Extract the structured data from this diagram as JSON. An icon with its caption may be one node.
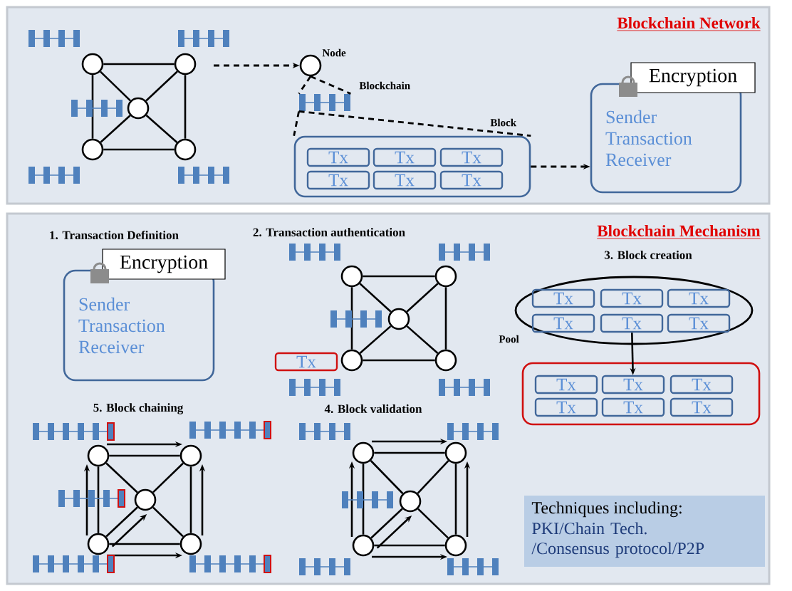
{
  "diagram": {
    "nodes": [
      {
        "text": [
          "Blockchain Network"
        ]
      },
      {
        "text": [],
        "shape": "circle",
        "in": 0
      },
      {
        "text": [],
        "shape": "circle",
        "in": 0
      },
      {
        "text": [],
        "shape": "circle",
        "in": 0
      },
      {
        "text": [],
        "shape": "circle",
        "in": 0
      },
      {
        "text": [],
        "shape": "circle",
        "in": 0
      },
      {
        "text": [],
        "shape": "circle",
        "in": 0,
        "beside": [
          "Node"
        ]
      },
      {
        "text": [],
        "shape": "bar",
        "in": 0,
        "beside": [
          "Blockchain"
        ]
      },
      {
        "text": [],
        "shape": "box",
        "in": 0,
        "beside": [
          "Block"
        ]
      },
      {
        "text": [
          "Tx"
        ],
        "in": 8
      },
      {
        "text": [
          "Tx"
        ],
        "in": 8
      },
      {
        "text": [
          "Tx"
        ],
        "in": 8
      },
      {
        "text": [
          "Tx"
        ],
        "in": 8
      },
      {
        "text": [
          "Tx"
        ],
        "in": 8
      },
      {
        "text": [
          "Tx"
        ],
        "in": 8
      },
      {
        "text": [
          "Sender Transaction Receiver"
        ],
        "in": 0
      },
      {
        "text": [
          "Encryption"
        ],
        "in": 0
      },
      {
        "text": [
          "Blockchain Mechanism"
        ]
      },
      {
        "text": [
          "Sender Transaction Receiver"
        ],
        "in": 17
      },
      {
        "text": [
          "Encryption"
        ],
        "in": 17
      },
      {
        "text": [],
        "shape": "circle",
        "in": 17
      },
      {
        "text": [],
        "shape": "circle",
        "in": 17
      },
      {
        "text": [],
        "shape": "circle",
        "in": 17
      },
      {
        "text": [],
        "shape": "circle",
        "in": 17
      },
      {
        "text": [],
        "shape": "circle",
        "in": 17
      },
      {
        "text": [
          "Tx"
        ],
        "in": 17
      },
      {
        "text": [],
        "shape": "ellipse",
        "in": 17,
        "beside": [
          "Pool"
        ]
      },
      {
        "text": [
          "Tx"
        ],
        "in": 26
      },
      {
        "text": [
          "Tx"
        ],
        "in": 26
      },
      {
        "text": [
          "Tx"
        ],
        "in": 26
      },
      {
        "text": [
          "Tx"
        ],
        "in": 26
      },
      {
        "text": [
          "Tx"
        ],
        "in": 26
      },
      {
        "text": [
          "Tx"
        ],
        "in": 26
      },
      {
        "text": [],
        "shape": "box",
        "in": 17
      },
      {
        "text": [
          "Tx"
        ],
        "in": 33
      },
      {
        "text": [
          "Tx"
        ],
        "in": 33
      },
      {
        "text": [
          "Tx"
        ],
        "in": 33
      },
      {
        "text": [
          "Tx"
        ],
        "in": 33
      },
      {
        "text": [
          "Tx"
        ],
        "in": 33
      },
      {
        "text": [
          "Tx"
        ],
        "in": 33
      },
      {
        "text": [],
        "shape": "circle",
        "in": 17
      },
      {
        "text": [],
        "shape": "circle",
        "in": 17
      },
      {
        "text": [],
        "shape": "circle",
        "in": 17
      },
      {
        "text": [],
        "shape": "circle",
        "in": 17
      },
      {
        "text": [],
        "shape": "circle",
        "in": 17
      },
      {
        "text": [],
        "shape": "circle",
        "in": 17
      },
      {
        "text": [],
        "shape": "circle",
        "in": 17
      },
      {
        "text": [],
        "shape": "circle",
        "in": 17
      },
      {
        "text": [],
        "shape": "circle",
        "in": 17
      },
      {
        "text": [],
        "shape": "circle",
        "in": 17
      },
      {
        "text": [
          "Techniques including:",
          "PKI/Chain Tech. /Consensus protocol/P2P"
        ],
        "in": 17
      }
    ],
    "edges": [
      {
        "from": 1,
        "to": 2,
        "arrow": "none"
      },
      {
        "from": 1,
        "to": 4,
        "arrow": "none"
      },
      {
        "from": 2,
        "to": 5,
        "arrow": "none"
      },
      {
        "from": 4,
        "to": 5,
        "arrow": "none"
      },
      {
        "from": 1,
        "to": 3,
        "arrow": "none"
      },
      {
        "from": 2,
        "to": 3,
        "arrow": "none"
      },
      {
        "from": 4,
        "to": 3,
        "arrow": "none"
      },
      {
        "from": 5,
        "to": 3,
        "arrow": "none"
      },
      {
        "from": null,
        "to": 6,
        "arrow": "to",
        "style": "dashed"
      },
      {
        "from": 6,
        "to": 7,
        "arrow": "none",
        "style": "dashed"
      },
      {
        "from": 7,
        "to": 8,
        "arrow": "none",
        "style": "dashed"
      },
      {
        "from": 8,
        "to": 15,
        "arrow": "to",
        "style": "dashed"
      },
      {
        "from": 20,
        "to": 21,
        "arrow": "none"
      },
      {
        "from": 20,
        "to": 23,
        "arrow": "none"
      },
      {
        "from": 21,
        "to": 24,
        "arrow": "none"
      },
      {
        "from": 23,
        "to": 24,
        "arrow": "none"
      },
      {
        "from": 20,
        "to": 22,
        "arrow": "none"
      },
      {
        "from": 21,
        "to": 22,
        "arrow": "none"
      },
      {
        "from": 23,
        "to": 22,
        "arrow": "none"
      },
      {
        "from": 24,
        "to": 22,
        "arrow": "none"
      },
      {
        "from": 31,
        "to": 35,
        "arrow": "to"
      },
      {
        "from": 40,
        "to": 41,
        "arrow": "none"
      },
      {
        "from": 40,
        "to": 43,
        "arrow": "none"
      },
      {
        "from": 41,
        "to": 44,
        "arrow": "none"
      },
      {
        "from": 43,
        "to": 44,
        "arrow": "none"
      },
      {
        "from": 40,
        "to": 42,
        "arrow": "none"
      },
      {
        "from": 41,
        "to": 42,
        "arrow": "none"
      },
      {
        "from": 43,
        "to": 42,
        "arrow": "none"
      },
      {
        "from": 44,
        "to": 42,
        "arrow": "none"
      },
      {
        "from": 40,
        "to": 41,
        "arrow": "to"
      },
      {
        "from": 43,
        "to": 44,
        "arrow": "to"
      },
      {
        "from": 43,
        "to": 40,
        "arrow": "to"
      },
      {
        "from": 44,
        "to": 41,
        "arrow": "to"
      },
      {
        "from": 43,
        "to": 42,
        "arrow": "to"
      },
      {
        "from": 45,
        "to": 46,
        "arrow": "none"
      },
      {
        "from": 45,
        "to": 48,
        "arrow": "none"
      },
      {
        "from": 46,
        "to": 49,
        "arrow": "none"
      },
      {
        "from": 48,
        "to": 49,
        "arrow": "none"
      },
      {
        "from": 45,
        "to": 47,
        "arrow": "none"
      },
      {
        "from": 46,
        "to": 47,
        "arrow": "none"
      },
      {
        "from": 48,
        "to": 47,
        "arrow": "none"
      },
      {
        "from": 49,
        "to": 47,
        "arrow": "none"
      },
      {
        "from": 45,
        "to": 46,
        "arrow": "to"
      },
      {
        "from": 48,
        "to": 49,
        "arrow": "to"
      },
      {
        "from": 48,
        "to": 45,
        "arrow": "to"
      },
      {
        "from": 49,
        "to": 46,
        "arrow": "to"
      },
      {
        "from": 48,
        "to": 47,
        "arrow": "to"
      }
    ],
    "labels": [
      "1. Transaction Definition",
      "2. Transaction authentication",
      "3. Block creation",
      "5. Block chaining",
      "4. Block validation"
    ]
  }
}
